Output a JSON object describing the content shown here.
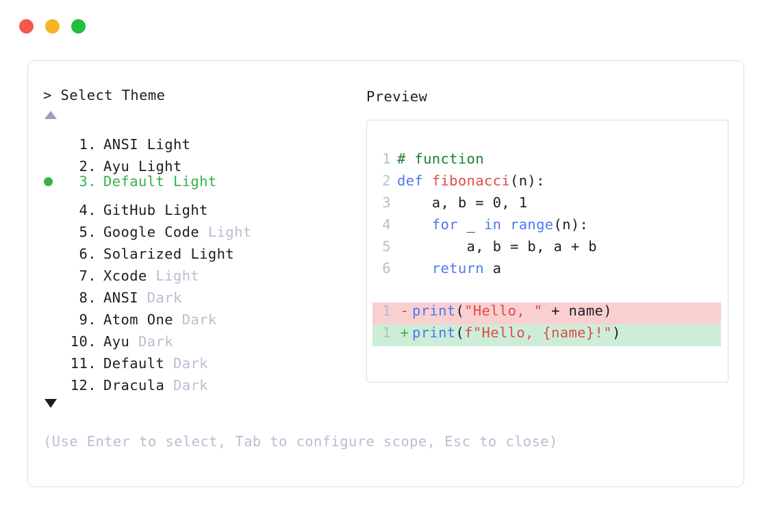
{
  "window": {
    "dots": [
      {
        "name": "close",
        "color": "#f5574e"
      },
      {
        "name": "minimize",
        "color": "#f6b425"
      },
      {
        "name": "maximize",
        "color": "#22be3f"
      }
    ]
  },
  "selector": {
    "prompt": "> Select Theme",
    "scroll_up_icon": "triangle-up-icon",
    "scroll_down_icon": "triangle-down-icon",
    "selected_index": 3,
    "selected_bullet_color": "#35b14a",
    "items": [
      {
        "num": "1.",
        "name": "ANSI",
        "variant": "Light",
        "variant_dim": false,
        "selected": false
      },
      {
        "num": "2.",
        "name": "Ayu",
        "variant": "Light",
        "variant_dim": false,
        "selected": false
      },
      {
        "num": "3.",
        "name": "Default",
        "variant": "Light",
        "variant_dim": false,
        "selected": true
      },
      {
        "num": "4.",
        "name": "GitHub",
        "variant": "Light",
        "variant_dim": false,
        "selected": false
      },
      {
        "num": "5.",
        "name": "Google Code",
        "variant": "Light",
        "variant_dim": true,
        "selected": false
      },
      {
        "num": "6.",
        "name": "Solarized",
        "variant": "Light",
        "variant_dim": false,
        "selected": false
      },
      {
        "num": "7.",
        "name": "Xcode",
        "variant": "Light",
        "variant_dim": true,
        "selected": false
      },
      {
        "num": "8.",
        "name": "ANSI",
        "variant": "Dark",
        "variant_dim": true,
        "selected": false
      },
      {
        "num": "9.",
        "name": "Atom One",
        "variant": "Dark",
        "variant_dim": true,
        "selected": false
      },
      {
        "num": "10.",
        "name": "Ayu",
        "variant": "Dark",
        "variant_dim": true,
        "selected": false
      },
      {
        "num": "11.",
        "name": "Default",
        "variant": "Dark",
        "variant_dim": true,
        "selected": false
      },
      {
        "num": "12.",
        "name": "Dracula",
        "variant": "Dark",
        "variant_dim": true,
        "selected": false
      }
    ],
    "hint": "(Use Enter to select, Tab to configure scope, Esc to close)"
  },
  "preview": {
    "title": "Preview",
    "code_lines": [
      {
        "ln": "1",
        "tokens": [
          {
            "t": "# function",
            "c": "comment"
          }
        ]
      },
      {
        "ln": "2",
        "tokens": [
          {
            "t": "def ",
            "c": "kw"
          },
          {
            "t": "fibonacci",
            "c": "fn"
          },
          {
            "t": "(n):",
            "c": "plain"
          }
        ]
      },
      {
        "ln": "3",
        "tokens": [
          {
            "t": "    a, b = 0, 1",
            "c": "plain"
          }
        ]
      },
      {
        "ln": "4",
        "tokens": [
          {
            "t": "    ",
            "c": "plain"
          },
          {
            "t": "for",
            "c": "kw"
          },
          {
            "t": " _ ",
            "c": "plain"
          },
          {
            "t": "in range",
            "c": "kw"
          },
          {
            "t": "(n):",
            "c": "plain"
          }
        ]
      },
      {
        "ln": "5",
        "tokens": [
          {
            "t": "        a, b = b, a + b",
            "c": "plain"
          }
        ]
      },
      {
        "ln": "6",
        "tokens": [
          {
            "t": "    ",
            "c": "plain"
          },
          {
            "t": "return",
            "c": "kw"
          },
          {
            "t": " a",
            "c": "plain"
          }
        ]
      }
    ],
    "diff_lines": [
      {
        "ln": "1",
        "mark": "-",
        "kind": "del",
        "bg": "#f9cfcf",
        "tokens": [
          {
            "t": "print",
            "c": "kw"
          },
          {
            "t": "(",
            "c": "plain"
          },
          {
            "t": "\"Hello, \"",
            "c": "str"
          },
          {
            "t": " + name)",
            "c": "plain"
          }
        ]
      },
      {
        "ln": "1",
        "mark": "+",
        "kind": "add",
        "bg": "#cdedd8",
        "tokens": [
          {
            "t": "print",
            "c": "kw"
          },
          {
            "t": "(",
            "c": "plain"
          },
          {
            "t": "f\"Hello, {name}!\"",
            "c": "str"
          },
          {
            "t": ")",
            "c": "plain"
          }
        ]
      }
    ]
  }
}
